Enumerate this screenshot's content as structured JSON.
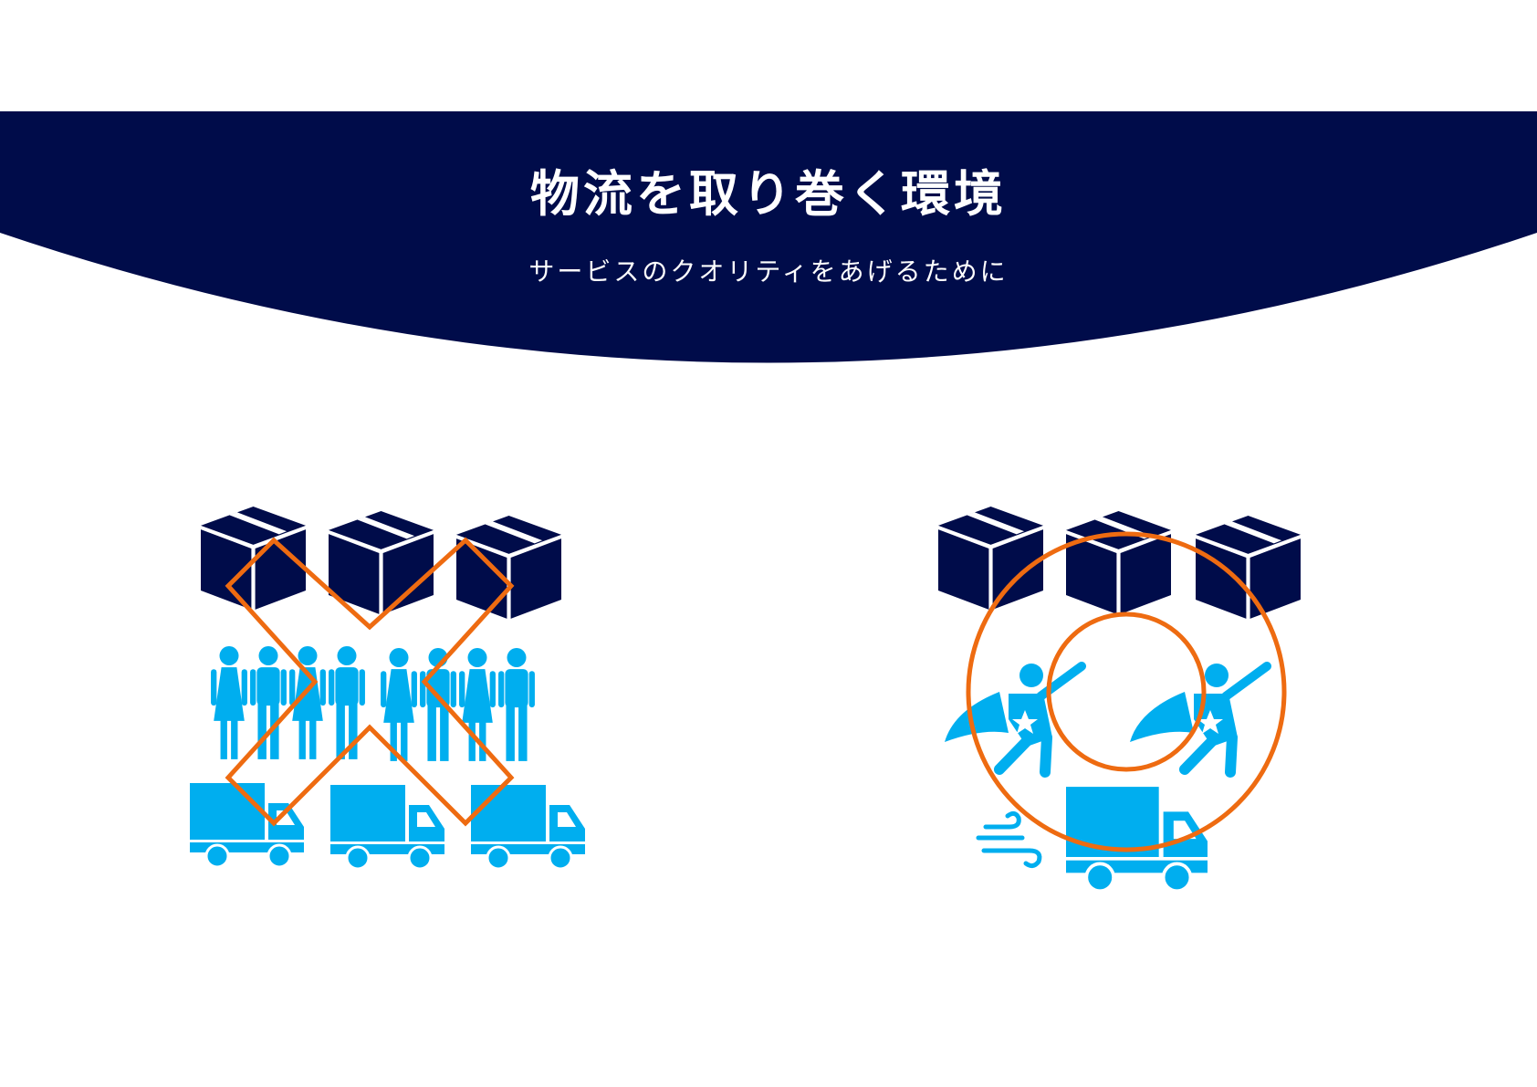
{
  "header": {
    "title": "物流を取り巻く環境",
    "subtitle": "サービスのクオリティをあげるために"
  },
  "colors": {
    "navy": "#000c4a",
    "cyan": "#00aeef",
    "orange": "#ee6b11",
    "background": "#ffffff"
  },
  "left_panel": {
    "boxes": 3,
    "people": 8,
    "trucks": 3,
    "mark": "cross"
  },
  "right_panel": {
    "boxes": 3,
    "heroes": 2,
    "trucks": 1,
    "mark": "double-circle"
  },
  "icons": [
    "cardboard-box-icon",
    "person-icon",
    "delivery-truck-icon",
    "superhero-icon",
    "wind-icon",
    "cross-mark-icon",
    "double-circle-mark-icon"
  ]
}
